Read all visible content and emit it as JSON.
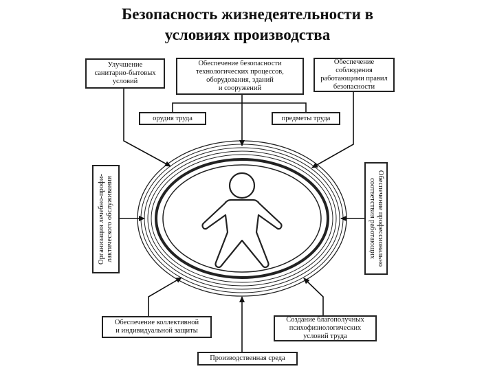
{
  "title": "Безопасность жизнедеятельности в\nусловиях производства",
  "boxes": {
    "improve_conditions": "Улучшение\nсанитарно-бытовых\nусловий",
    "tech_safety": "Обеспечение безопасности\nтехнологических процессов,\nоборудования, зданий\nи сооружений",
    "rules_compliance": "Обеспечение\nсоблюдения\nработающими правил\nбезопасности",
    "tools": "орудия труда",
    "objects": "предметы труда",
    "medical_service": "Организация лечебно-профи-\nлактического обслуживания",
    "professional_fit": "Обеспечение профессионально\nсоответствия работающих",
    "protection": "Обеспечение коллективной\nи индивидуальной защиты",
    "psychophysio": "Создание благополучных\nпсихофизиологических\nусловий труда",
    "production_env": "Производственная среда"
  },
  "figure": {
    "icon": "person-icon",
    "rings": "concentric-circles"
  }
}
